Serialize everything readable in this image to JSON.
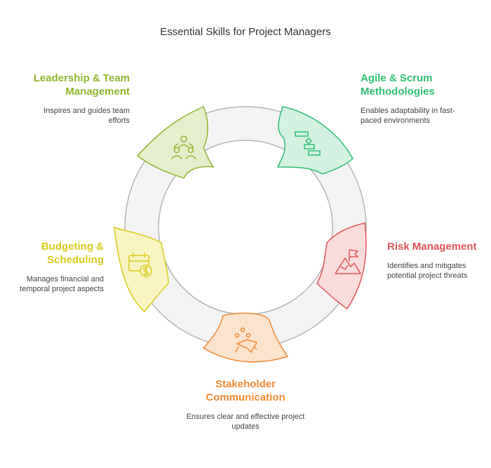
{
  "title": "Essential Skills for Project Managers",
  "colors": {
    "ring": "#f3f3f3",
    "ring_stroke": "#b5b5b5",
    "leadership": "#8fb631",
    "agile": "#2fbf74",
    "risk": "#e25559",
    "stakeholder": "#ee8a33",
    "budgeting": "#d8cc1d"
  },
  "segments": [
    {
      "key": "leadership",
      "heading": "Leadership & Team Management",
      "description": "Inspires and guides team efforts",
      "icon": "team-icon"
    },
    {
      "key": "agile",
      "heading": "Agile & Scrum Methodologies",
      "description": "Enables adaptability in fast-paced environments",
      "icon": "gantt-chart-icon"
    },
    {
      "key": "risk",
      "heading": "Risk Management",
      "description": "Identifies and mitigates potential project threats",
      "icon": "mountain-flag-icon"
    },
    {
      "key": "stakeholder",
      "heading": "Stakeholder Communication",
      "description": "Ensures clear and effective project updates",
      "icon": "megaphone-icon"
    },
    {
      "key": "budgeting",
      "heading": "Budgeting & Scheduling",
      "description": "Manages financial and temporal project aspects",
      "icon": "calendar-dollar-icon"
    }
  ]
}
